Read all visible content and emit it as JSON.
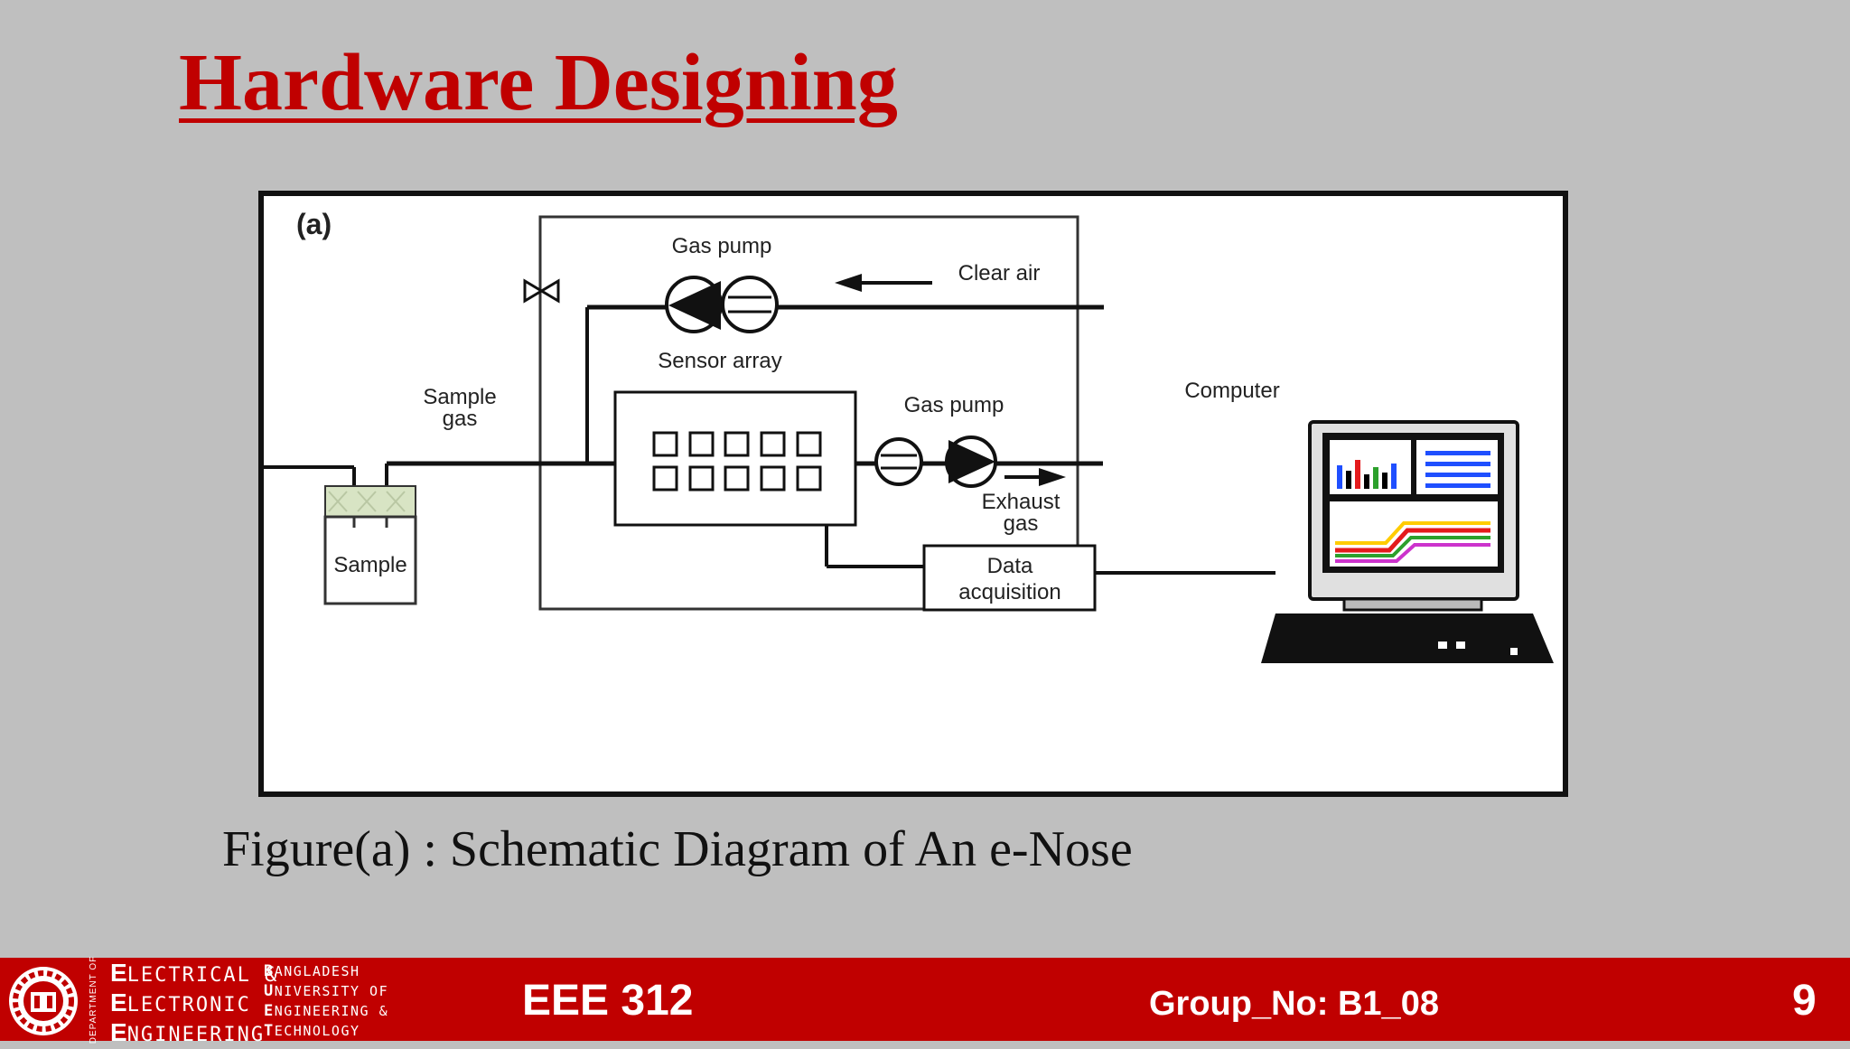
{
  "slide": {
    "title": "Hardware Designing",
    "caption": "Figure(a) : Schematic Diagram of An e-Nose"
  },
  "diagram": {
    "panel_label": "(a)",
    "labels": {
      "gas_pump_top": "Gas pump",
      "clear_air": "Clear air",
      "sensor_array": "Sensor array",
      "sample_gas_line1": "Sample",
      "sample_gas_line2": "gas",
      "gas_pump_bottom": "Gas pump",
      "computer": "Computer",
      "exhaust_line1": "Exhaust",
      "exhaust_line2": "gas",
      "sample": "Sample",
      "data_acq_line1": "Data",
      "data_acq_line2": "acquisition"
    }
  },
  "footer": {
    "dept_vertical": "DEPARTMENT OF",
    "dept_lines": [
      {
        "initial": "E",
        "rest": "LECTRICAL &"
      },
      {
        "initial": "E",
        "rest": "LECTRONIC"
      },
      {
        "initial": "E",
        "rest": "NGINEERING"
      }
    ],
    "uni_lines": [
      {
        "initial": "B",
        "rest": "ANGLADESH"
      },
      {
        "initial": "U",
        "rest": "NIVERSITY OF"
      },
      {
        "initial": "E",
        "rest": "NGINEERING &"
      },
      {
        "initial": "T",
        "rest": "ECHNOLOGY"
      }
    ],
    "course": "EEE 312",
    "group": "Group_No: B1_08",
    "page_number": "9"
  },
  "colors": {
    "background": "#bfbfbf",
    "accent_red": "#c00000"
  }
}
